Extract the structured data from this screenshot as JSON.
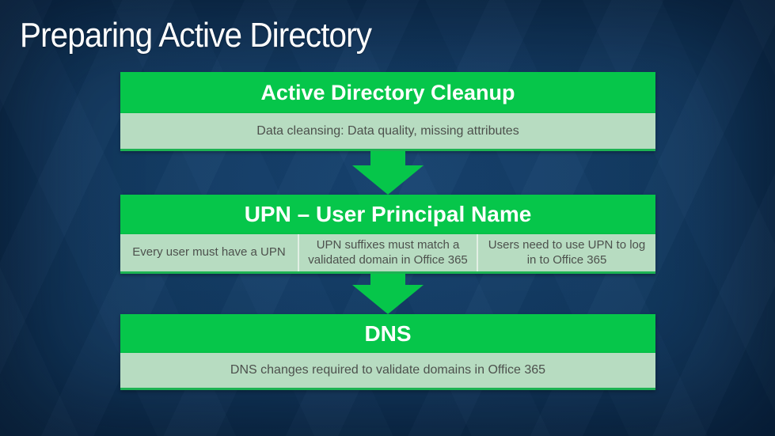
{
  "slide": {
    "title": "Preparing Active Directory"
  },
  "colors": {
    "background": "#123a61",
    "accent_green": "#06c64a",
    "light_green": "#b7dcc1",
    "header_text": "#ffffff",
    "body_text": "#4d514d"
  },
  "icons": {
    "connector": "down-arrow"
  },
  "flow": {
    "sections": [
      {
        "header": "Active Directory Cleanup",
        "items": [
          "Data cleansing: Data quality, missing attributes"
        ]
      },
      {
        "header": "UPN – User Principal Name",
        "items": [
          "Every user must have a UPN",
          "UPN suffixes must match a validated domain in Office 365",
          "Users need to use UPN to log in to Office 365"
        ]
      },
      {
        "header": "DNS",
        "items": [
          "DNS changes required to validate domains in Office 365"
        ]
      }
    ]
  }
}
